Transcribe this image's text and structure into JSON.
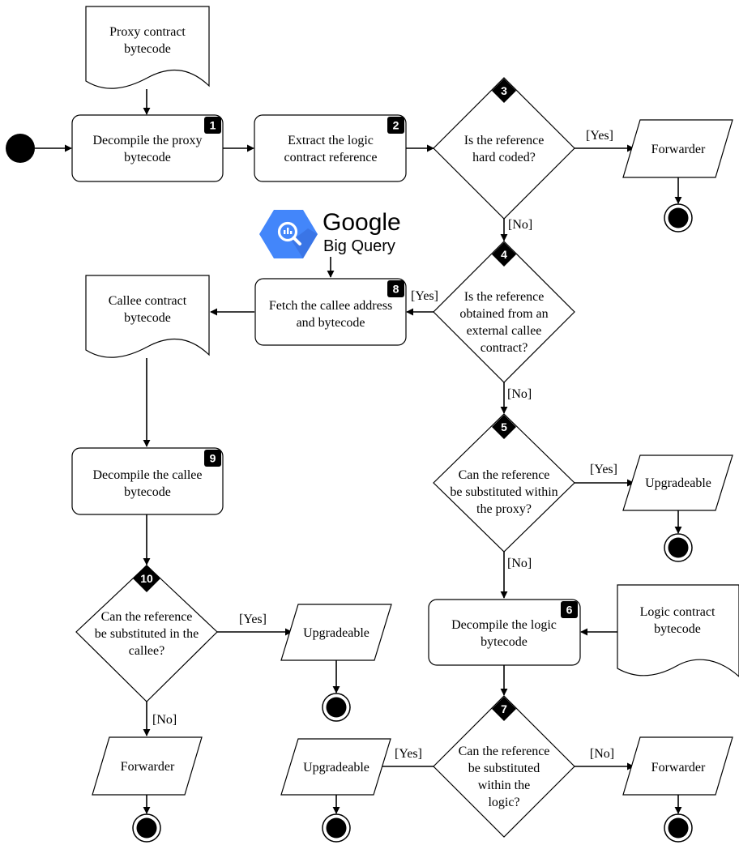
{
  "nodes": {
    "proxy_doc": [
      "Proxy contract",
      "bytecode"
    ],
    "step1": [
      "Decompile the proxy",
      "bytecode"
    ],
    "step2": [
      "Extract the logic",
      "contract reference"
    ],
    "q3": [
      "Is the reference",
      "hard coded?"
    ],
    "fw_top": [
      "Forwarder"
    ],
    "q4": [
      "Is the reference",
      "obtained from an",
      "external callee",
      "contract?"
    ],
    "step8": [
      "Fetch the callee address",
      "and bytecode"
    ],
    "callee_doc": [
      "Callee contract",
      "bytecode"
    ],
    "step9": [
      "Decompile the callee",
      "bytecode"
    ],
    "q5": [
      "Can the reference",
      "be substituted within",
      "the proxy?"
    ],
    "up_q5": [
      "Upgradeable"
    ],
    "q10": [
      "Can the reference",
      "be substituted in the",
      "callee?"
    ],
    "up_q10": [
      "Upgradeable"
    ],
    "step6": [
      "Decompile the logic",
      "bytecode"
    ],
    "logic_doc": [
      "Logic contract",
      "bytecode"
    ],
    "q7": [
      "Can the reference",
      "be substituted",
      "within the",
      "logic?"
    ],
    "up_q7": [
      "Upgradeable"
    ],
    "fw_q7": [
      "Forwarder"
    ],
    "fw_q10": [
      "Forwarder"
    ]
  },
  "badges": {
    "b1": "1",
    "b2": "2",
    "b3": "3",
    "b4": "4",
    "b5": "5",
    "b6": "6",
    "b7": "7",
    "b8": "8",
    "b9": "9",
    "b10": "10"
  },
  "edge_labels": {
    "q3_yes": "[Yes]",
    "q3_no": "[No]",
    "q4_yes": "[Yes]",
    "q4_no": "[No]",
    "q5_yes": "[Yes]",
    "q5_no": "[No]",
    "q10_yes": "[Yes]",
    "q10_no": "[No]",
    "q7_yes": "[Yes]",
    "q7_no": "[No]"
  },
  "logo": {
    "brand": "Google",
    "product": "Big Query",
    "icon": "bigquery-logo-icon"
  },
  "colors": {
    "badge": "#000000",
    "logo_blue": "#4386FA",
    "logo_text": "#5F6368"
  }
}
